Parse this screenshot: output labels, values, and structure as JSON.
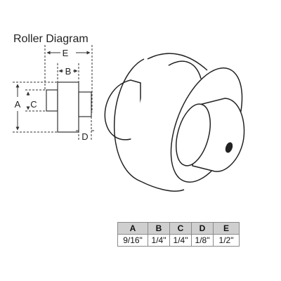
{
  "diagram": {
    "title": "Roller Diagram",
    "labels": {
      "a": "A",
      "b": "B",
      "c": "C",
      "d": "D",
      "e": "E"
    }
  },
  "spec_table": {
    "headers": [
      "A",
      "B",
      "C",
      "D",
      "E"
    ],
    "values": [
      "9/16\"",
      "1/4\"",
      "1/4\"",
      "1/8\"",
      "1/2\""
    ]
  }
}
